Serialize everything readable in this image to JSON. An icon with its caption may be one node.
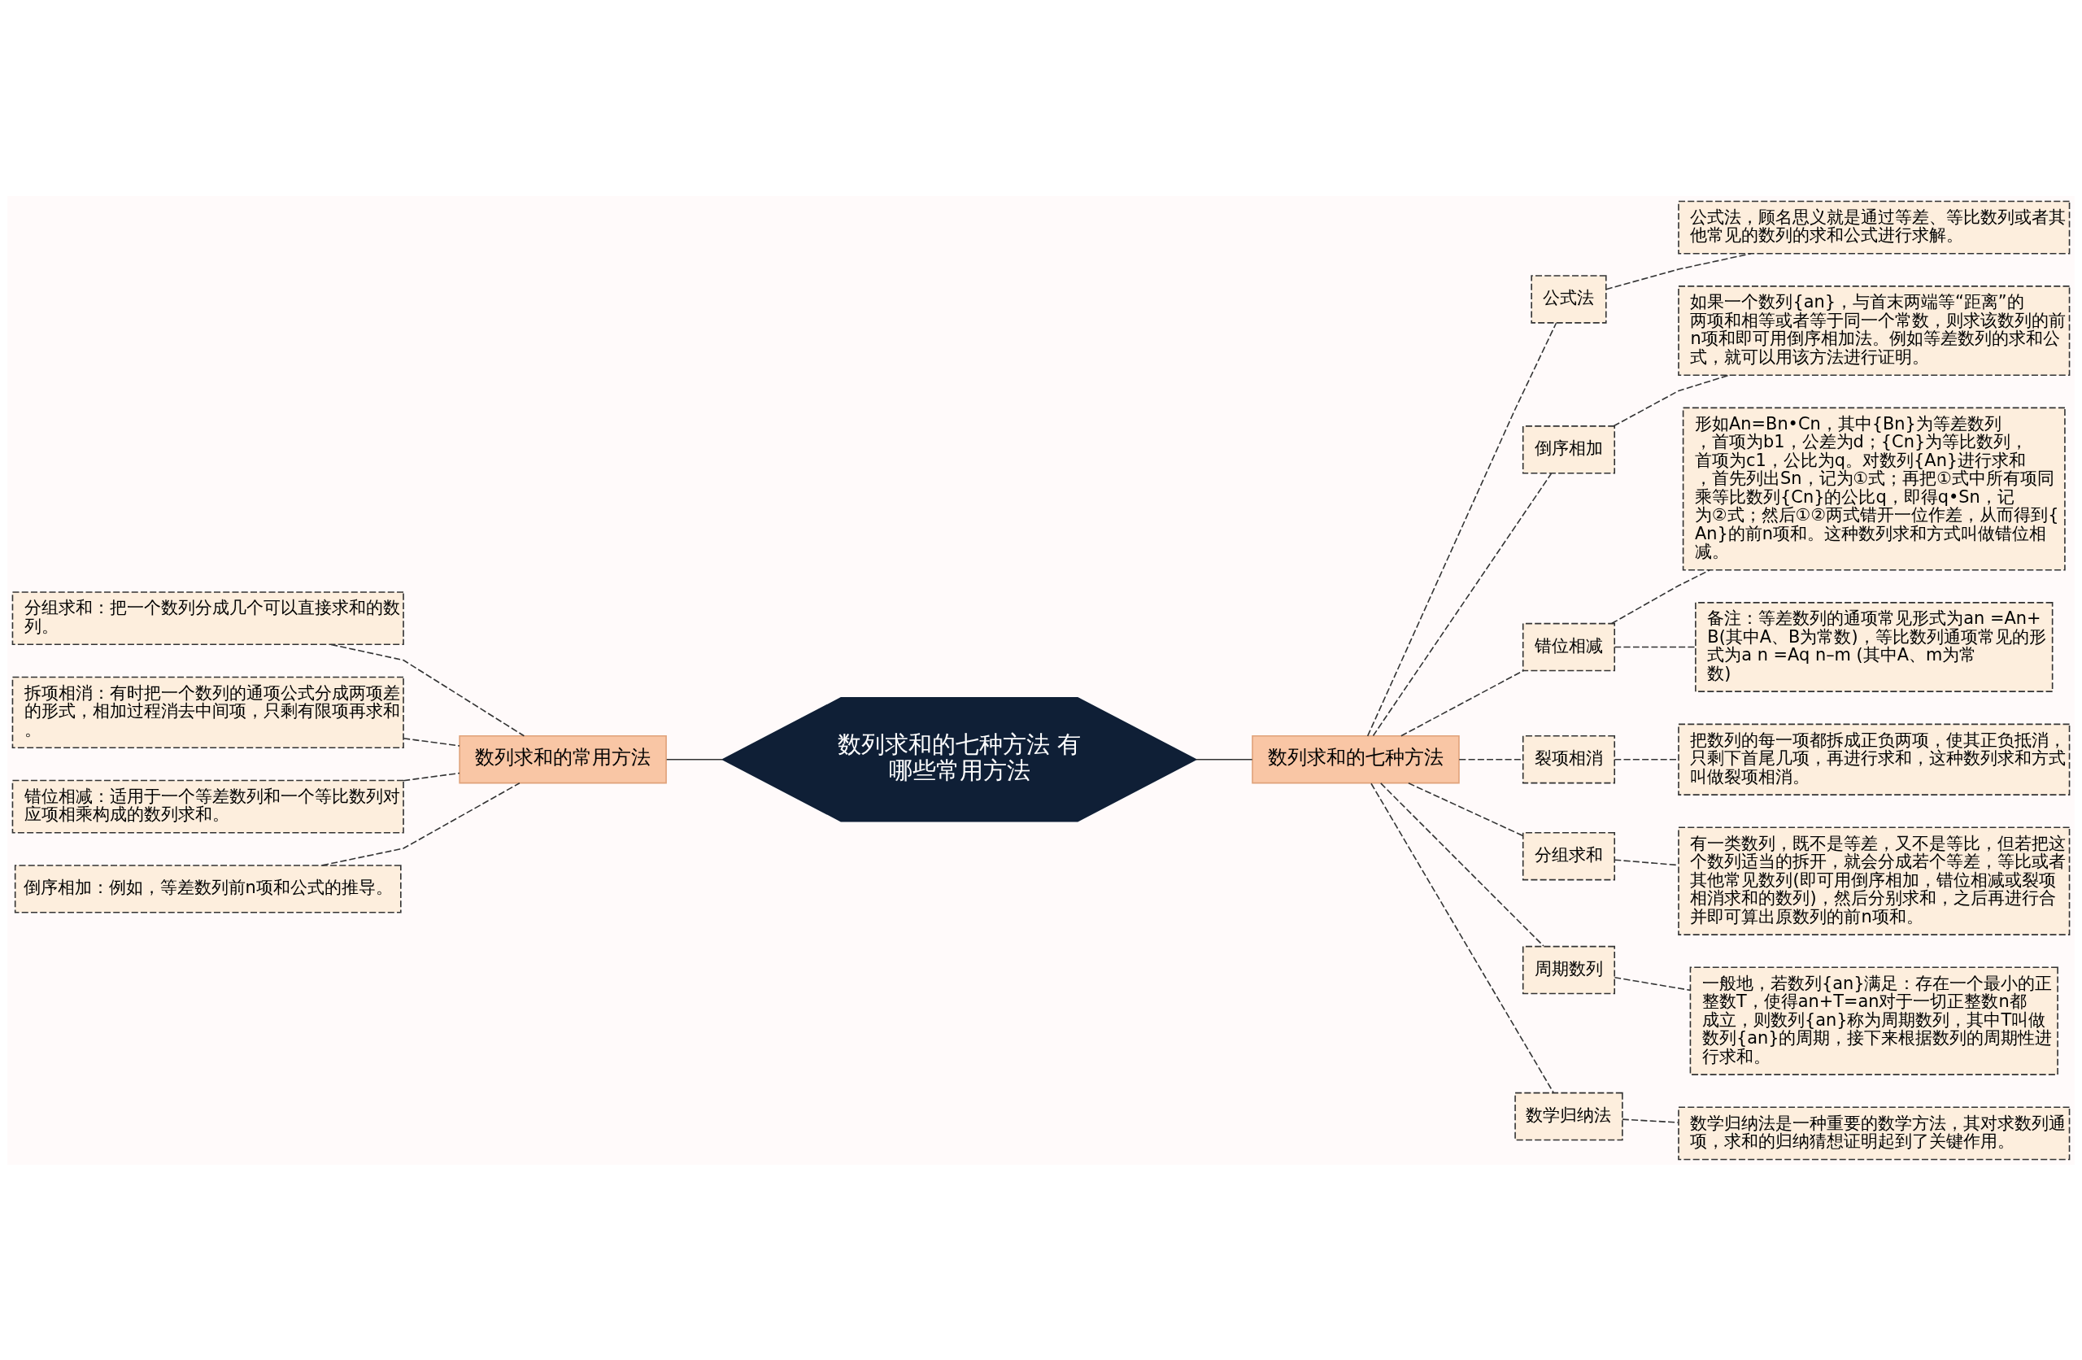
{
  "diagram": {
    "nodes": [
      {
        "text": [
          "数列求和的七种方法 有哪些常用方法"
        ]
      },
      {
        "text": [
          "数列求和的常用方法"
        ]
      },
      {
        "text": [
          "分组求和：把一个数列分成几个可以直接求和的数列。"
        ]
      },
      {
        "text": [
          "拆项相消：有时把一个数列的通项公式分成两项差的形式，相加过程消去中间项，只剩有限项再求和。"
        ]
      },
      {
        "text": [
          "错位相减：适用于一个等差数列和一个等比数列对应项相乘构成的数列求和。"
        ]
      },
      {
        "text": [
          "倒序相加：例如，等差数列前n项和公式的推导。"
        ]
      },
      {
        "text": [
          "数列求和的七种方法"
        ]
      },
      {
        "text": [
          "公式法"
        ]
      },
      {
        "text": [
          "公式法，顾名思义就是通过等差、等比数列或者其他常见的数列的求和公式进行求解。"
        ]
      },
      {
        "text": [
          "倒序相加"
        ]
      },
      {
        "text": [
          "如果一个数列{an}，与首末两端等“距离”的两项和相等或者等于同一个常数，则求该数列的前n项和即可用倒序相加法。例如等差数列的求和公式，就可以用该方法进行证明。"
        ]
      },
      {
        "text": [
          "错位相减"
        ]
      },
      {
        "text": [
          "形如An=Bn•Cn，其中{Bn}为等差数列，首项为b1，公差为d；{Cn}为等比数列，首项为c1，公比为q。对数列{An}进行求和，首先列出Sn，记为①式；再把①式中所有项同乘等比数列{Cn}的公比q，即得q•Sn，记为②式；然后①②两式错开一位作差，从而得到{An}的前n项和。这种数列求和方式叫做错位相减。"
        ]
      },
      {
        "text": [
          "备注：等差数列的通项常见形式为an =An+B(其中A、B为常数)，等比数列通项常见的形式为a n =Aq n–m (其中A、m为常数)"
        ]
      },
      {
        "text": [
          "裂项相消"
        ]
      },
      {
        "text": [
          "把数列的每一项都拆成正负两项，使其正负抵消，只剩下首尾几项，再进行求和，这种数列求和方式叫做裂项相消。"
        ]
      },
      {
        "text": [
          "分组求和"
        ]
      },
      {
        "text": [
          "有一类数列，既不是等差，又不是等比，但若把这个数列适当的拆开，就会分成若个等差，等比或者其他常见数列(即可用倒序相加，错位相减或裂项相消求和的数列)，然后分别求和，之后再进行合并即可算出原数列的前n项和。"
        ]
      },
      {
        "text": [
          "周期数列"
        ]
      },
      {
        "text": [
          "一般地，若数列{an}满足：存在一个最小的正整数T，使得an+T=an对于一切正整数n都成立，则数列{an}称为周期数列，其中T叫做数列{an}的周期，接下来根据数列的周期性进行求和。"
        ]
      },
      {
        "text": [
          "数学归纳法"
        ]
      },
      {
        "text": [
          "数学归纳法是一种重要的数学方法，其对求数列通项，求和的归纳猜想证明起到了关键作用。"
        ]
      }
    ],
    "edges": [
      {
        "from": 0,
        "to": 1,
        "arrow": "none"
      },
      {
        "from": 1,
        "to": 2,
        "arrow": "none",
        "style": "dashed"
      },
      {
        "from": 1,
        "to": 3,
        "arrow": "none",
        "style": "dashed"
      },
      {
        "from": 1,
        "to": 4,
        "arrow": "none",
        "style": "dashed"
      },
      {
        "from": 1,
        "to": 5,
        "arrow": "none",
        "style": "dashed"
      },
      {
        "from": 0,
        "to": 6,
        "arrow": "none"
      },
      {
        "from": 6,
        "to": 7,
        "arrow": "none",
        "style": "dashed"
      },
      {
        "from": 7,
        "to": 8,
        "arrow": "none",
        "style": "dashed"
      },
      {
        "from": 6,
        "to": 9,
        "arrow": "none",
        "style": "dashed"
      },
      {
        "from": 9,
        "to": 10,
        "arrow": "none",
        "style": "dashed"
      },
      {
        "from": 6,
        "to": 11,
        "arrow": "none",
        "style": "dashed"
      },
      {
        "from": 11,
        "to": 12,
        "arrow": "none",
        "style": "dashed"
      },
      {
        "from": 11,
        "to": 13,
        "arrow": "none",
        "style": "dashed"
      },
      {
        "from": 6,
        "to": 14,
        "arrow": "none",
        "style": "dashed"
      },
      {
        "from": 14,
        "to": 15,
        "arrow": "none",
        "style": "dashed"
      },
      {
        "from": 6,
        "to": 16,
        "arrow": "none",
        "style": "dashed"
      },
      {
        "from": 16,
        "to": 17,
        "arrow": "none",
        "style": "dashed"
      },
      {
        "from": 6,
        "to": 18,
        "arrow": "none",
        "style": "dashed"
      },
      {
        "from": 18,
        "to": 19,
        "arrow": "none",
        "style": "dashed"
      },
      {
        "from": 6,
        "to": 20,
        "arrow": "none",
        "style": "dashed"
      },
      {
        "from": 20,
        "to": 21,
        "arrow": "none",
        "style": "dashed"
      }
    ]
  }
}
